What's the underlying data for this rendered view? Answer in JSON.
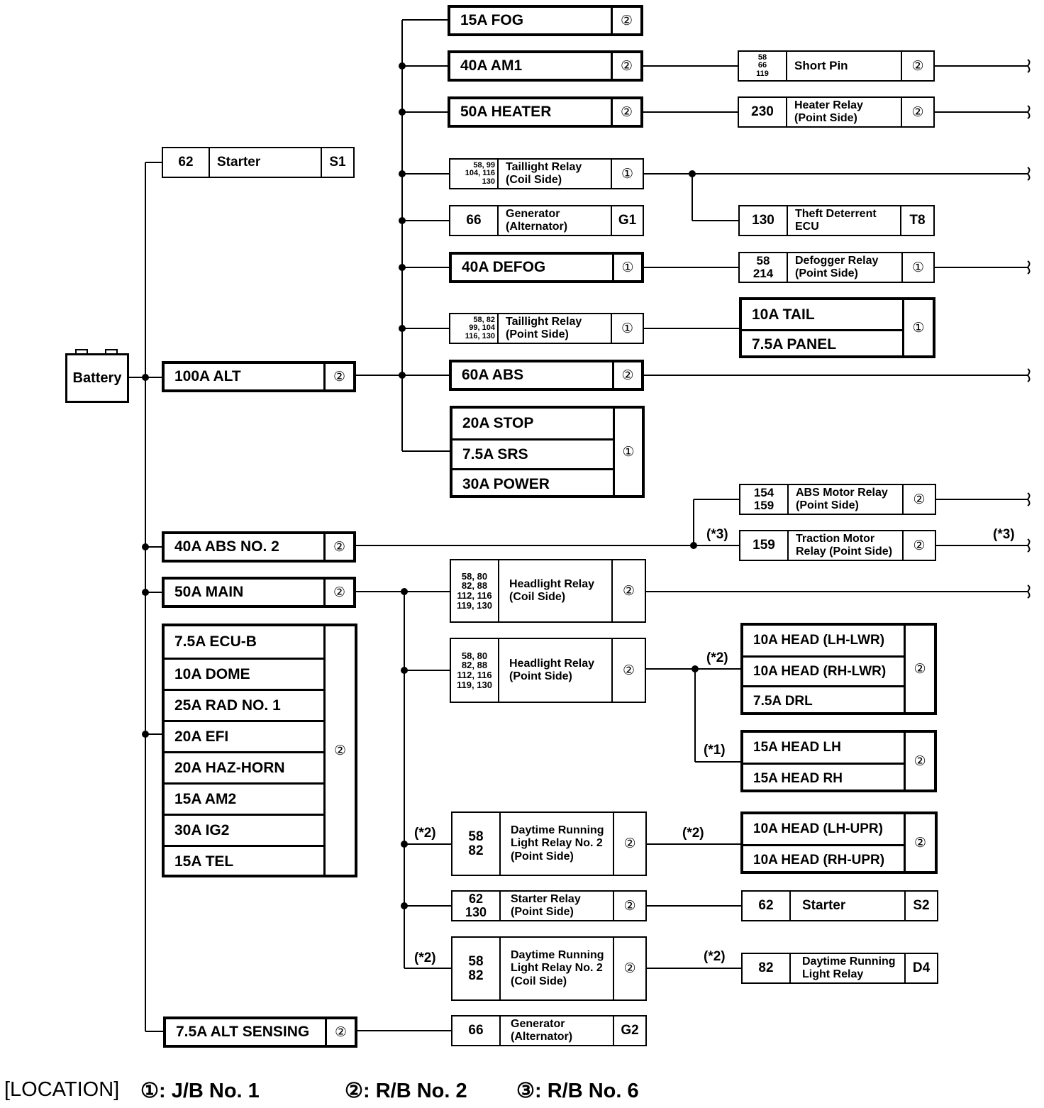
{
  "battery": {
    "label": "Battery"
  },
  "main_column": {
    "starter_s1": {
      "pins": "62",
      "name": "Starter",
      "code": "S1"
    },
    "alt_100": {
      "fuse": "100A ALT",
      "loc": "②"
    },
    "abs_no2": {
      "fuse": "40A ABS NO. 2",
      "loc": "②"
    },
    "main_50": {
      "fuse": "50A MAIN",
      "loc": "②"
    },
    "fuse_group": {
      "fuses": [
        "7.5A ECU-B",
        "10A DOME",
        "25A RAD NO. 1",
        "20A EFI",
        "20A HAZ-HORN",
        "15A AM2",
        "30A IG2",
        "15A TEL"
      ],
      "loc": "②"
    },
    "alt_sensing": {
      "fuse": "7.5A ALT SENSING",
      "loc": "②"
    }
  },
  "alt_branch": {
    "fog": {
      "fuse": "15A FOG",
      "loc": "②"
    },
    "am1": {
      "fuse": "40A AM1",
      "loc": "②"
    },
    "heater": {
      "fuse": "50A HEATER",
      "loc": "②"
    },
    "taillight_coil": {
      "pins": [
        "58, 99",
        "104, 116",
        "130"
      ],
      "name": [
        "Taillight Relay",
        "(Coil Side)"
      ],
      "loc": "①"
    },
    "generator_g1": {
      "pins": "66",
      "name": [
        "Generator",
        "(Alternator)"
      ],
      "code": "G1"
    },
    "defog": {
      "fuse": "40A DEFOG",
      "loc": "①"
    },
    "taillight_point": {
      "pins": [
        "58, 82",
        "99, 104",
        "116, 130"
      ],
      "name": [
        "Taillight Relay",
        "(Point Side)"
      ],
      "loc": "①"
    },
    "abs_60": {
      "fuse": "60A ABS",
      "loc": "②"
    },
    "stop_group": {
      "fuses": [
        "20A STOP",
        "7.5A SRS",
        "30A POWER"
      ],
      "loc": "①"
    }
  },
  "right_column": {
    "short_pin": {
      "pins": [
        "58",
        "66",
        "119"
      ],
      "name": "Short Pin",
      "loc": "②"
    },
    "heater_relay": {
      "pins": "230",
      "name": [
        "Heater Relay",
        "(Point Side)"
      ],
      "loc": "②"
    },
    "theft_ecu": {
      "pins": "130",
      "name": [
        "Theft Deterrent",
        "ECU"
      ],
      "code": "T8"
    },
    "defogger_relay": {
      "pins": [
        "58",
        "214"
      ],
      "name": [
        "Defogger Relay",
        "(Point Side)"
      ],
      "loc": "①"
    },
    "tail_panel": {
      "fuses": [
        "10A TAIL",
        "7.5A PANEL"
      ],
      "loc": "①"
    },
    "abs_motor_relay": {
      "pins": [
        "154",
        "159"
      ],
      "name": [
        "ABS Motor Relay",
        "(Point Side)"
      ],
      "loc": "②"
    },
    "traction_relay": {
      "pins": "159",
      "name": [
        "Traction Motor",
        "Relay (Point Side)"
      ],
      "loc": "②"
    }
  },
  "main_branch": {
    "headlight_coil": {
      "pins": [
        "58, 80",
        "82, 88",
        "112, 116",
        "119, 130"
      ],
      "name": [
        "Headlight Relay",
        "(Coil Side)"
      ],
      "loc": "②"
    },
    "headlight_point": {
      "pins": [
        "58, 80",
        "82, 88",
        "112, 116",
        "119, 130"
      ],
      "name": [
        "Headlight Relay",
        "(Point Side)"
      ],
      "loc": "②"
    },
    "drl_no2_point": {
      "pins": [
        "58",
        "82"
      ],
      "name": [
        "Daytime Running",
        "Light Relay No. 2",
        "(Point Side)"
      ],
      "loc": "②"
    },
    "starter_relay": {
      "pins": [
        "62",
        "130"
      ],
      "name": [
        "Starter Relay",
        "(Point Side)"
      ],
      "loc": "②"
    },
    "drl_no2_coil": {
      "pins": [
        "58",
        "82"
      ],
      "name": [
        "Daytime Running",
        "Light Relay No. 2",
        "(Coil Side)"
      ],
      "loc": "②"
    },
    "generator_g2": {
      "pins": "66",
      "name": [
        "Generator",
        "(Alternator)"
      ],
      "code": "G2"
    }
  },
  "head_branch": {
    "head_lwr": {
      "fuses": [
        "10A HEAD (LH-LWR)",
        "10A HEAD (RH-LWR)",
        "7.5A DRL"
      ],
      "loc": "②"
    },
    "head_lr": {
      "fuses": [
        "15A HEAD LH",
        "15A HEAD RH"
      ],
      "loc": "②"
    },
    "head_upr": {
      "fuses": [
        "10A HEAD (LH-UPR)",
        "10A HEAD (RH-UPR)"
      ],
      "loc": "②"
    },
    "starter_s2": {
      "pins": "62",
      "name": "Starter",
      "code": "S2"
    },
    "drl_relay_d4": {
      "pins": "82",
      "name": [
        "Daytime Running",
        "Light Relay"
      ],
      "code": "D4"
    }
  },
  "notes": {
    "n1": "(*1)",
    "n2": "(*2)",
    "n3": "(*3)"
  },
  "legend": {
    "title": "[LOCATION]",
    "items": [
      "①: J/B No. 1",
      "②: R/B No. 2",
      "③: R/B No. 6"
    ]
  }
}
